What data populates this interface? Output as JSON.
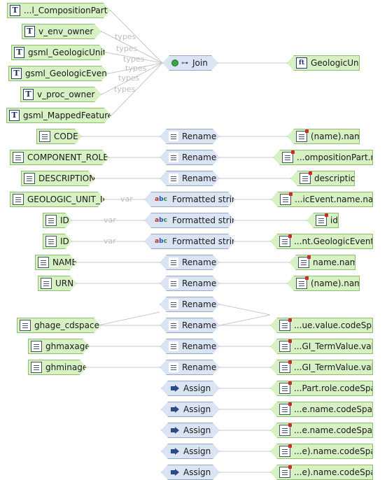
{
  "join_sources": [
    "...l_CompositionPart",
    "v_env_owner",
    "gsml_GeologicUnit",
    "gsml_GeologicEvent",
    "v_proc_owner",
    "gsml_MappedFeature"
  ],
  "join": {
    "label": "Join",
    "edge_label": "types",
    "edge_labels": [
      "types",
      "types",
      "types",
      "types",
      "types",
      "types"
    ]
  },
  "join_target": "GeologicUnit",
  "var_label": "var",
  "rows": [
    {
      "source": "CODE",
      "function": "Rename",
      "target": "(name).name"
    },
    {
      "source": "COMPONENT_ROLE",
      "function": "Rename",
      "target": "...ompositionPart.role"
    },
    {
      "source": "DESCRIPTION",
      "function": "Rename",
      "target": "description"
    },
    {
      "source": "GEOLOGIC_UNIT_ID",
      "function": "Formatted string",
      "target": "...icEvent.name.name"
    },
    {
      "source": "ID",
      "function": "Formatted string",
      "target": "id"
    },
    {
      "source": "ID",
      "function": "Formatted string",
      "target": "...nt.GeologicEvent.id"
    },
    {
      "source": "NAME",
      "function": "Rename",
      "target": "name.name"
    },
    {
      "source": "URN",
      "function": "Rename",
      "target": "(name).name"
    },
    {
      "source": "",
      "function": "Rename",
      "target": ""
    },
    {
      "source": "ghage_cdspace",
      "function": "Rename",
      "target": "...ue.value.codeSpace"
    },
    {
      "source": "ghmaxage",
      "function": "Rename",
      "target": "...GI_TermValue.value"
    },
    {
      "source": "ghminage",
      "function": "Rename",
      "target": "...GI_TermValue.value"
    },
    {
      "source": "",
      "function": "Assign",
      "target": "...Part.role.codeSpace"
    },
    {
      "source": "",
      "function": "Assign",
      "target": "...e.name.codeSpace"
    },
    {
      "source": "",
      "function": "Assign",
      "target": "...e.name.codeSpace"
    },
    {
      "source": "",
      "function": "Assign",
      "target": "...e).name.codeSpace"
    },
    {
      "source": "",
      "function": "Assign",
      "target": "...e).name.codeSpace"
    }
  ]
}
